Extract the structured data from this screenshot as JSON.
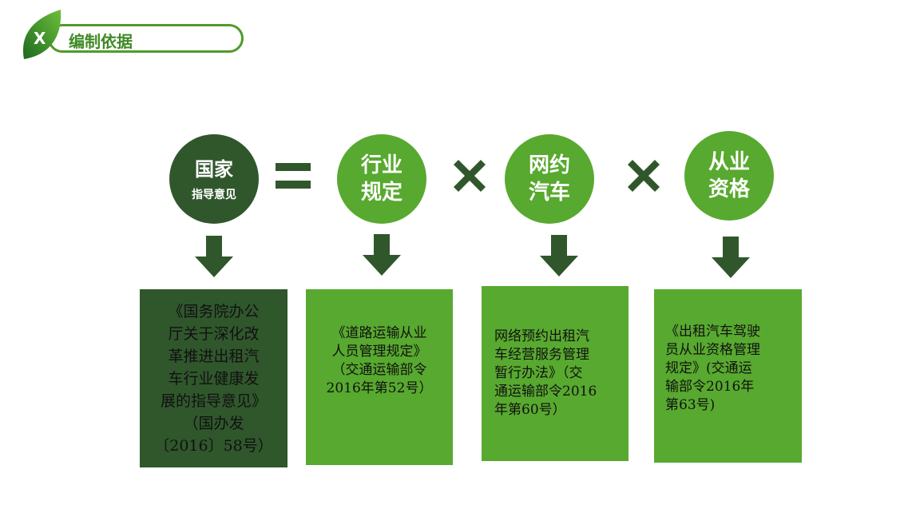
{
  "header": {
    "badge": "X",
    "title": "编制依据"
  },
  "colors": {
    "dark": "#30572c",
    "light": "#58a92f"
  },
  "circles": [
    {
      "title": "国家",
      "subtitle": "指导意见"
    },
    {
      "title": "行业\n规定"
    },
    {
      "title": "网约\n汽车"
    },
    {
      "title": "从业\n资格"
    }
  ],
  "operators": [
    "equals-icon",
    "times-icon",
    "times-icon"
  ],
  "boxes": [
    {
      "text": "《国务院办公\n厅关于深化改\n革推进出租汽\n车行业健康发\n展的指导意见》\n（国办发\n〔2016〕58号）"
    },
    {
      "text": "《道路运输从业\n人员管理规定》\n（交通运输部令\n2016年第52号）"
    },
    {
      "text": "网络预约出租汽\n车经营服务管理\n暂行办法》（交\n通运输部令2016\n年第60号）"
    },
    {
      "text": "《出租汽车驾驶\n员从业资格管理\n规定》(交通运\n输部令2016年\n第63号)"
    }
  ]
}
